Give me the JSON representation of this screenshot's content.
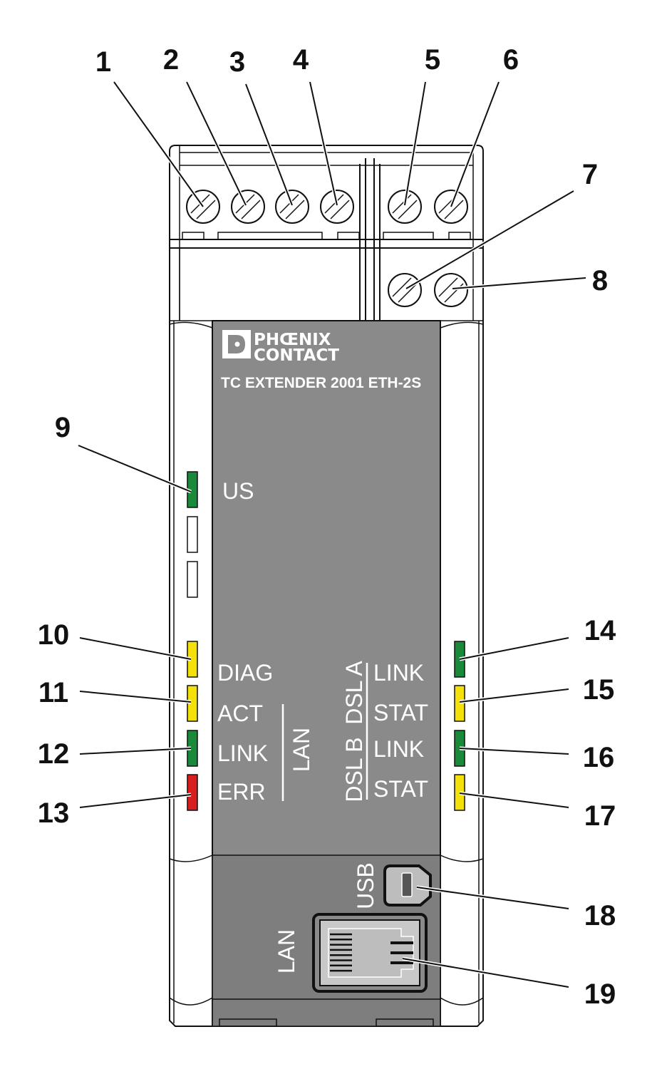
{
  "device": {
    "brand_line1": "PHŒNIX",
    "brand_line2": "CONTACT",
    "model": "TC EXTENDER 2001 ETH-2S"
  },
  "leds_left": [
    {
      "label": "US",
      "color": "#1a8a3a"
    },
    {
      "label": "",
      "color": "#ffffff"
    },
    {
      "label": "",
      "color": "#ffffff"
    },
    {
      "label": "DIAG",
      "color": "#f5e10a"
    },
    {
      "label": "ACT",
      "color": "#f5e10a"
    },
    {
      "label": "LINK",
      "color": "#1a8a3a"
    },
    {
      "label": "ERR",
      "color": "#d81e1e"
    }
  ],
  "lan_group_label": "LAN",
  "leds_right": [
    {
      "label": "LINK",
      "color": "#1a8a3a"
    },
    {
      "label": "STAT",
      "color": "#f5e10a"
    },
    {
      "label": "LINK",
      "color": "#1a8a3a"
    },
    {
      "label": "STAT",
      "color": "#f5e10a"
    }
  ],
  "dsl_a_label": "DSL A",
  "dsl_b_label": "DSL B",
  "usb_label": "USB",
  "lan_port_label": "LAN",
  "callouts": [
    "1",
    "2",
    "3",
    "4",
    "5",
    "6",
    "7",
    "8",
    "9",
    "10",
    "11",
    "12",
    "13",
    "14",
    "15",
    "16",
    "17",
    "18",
    "19"
  ],
  "colors": {
    "panel": "#8a8a8a",
    "panel_dark": "#7e7e7e",
    "port": "#c8c8c8"
  }
}
